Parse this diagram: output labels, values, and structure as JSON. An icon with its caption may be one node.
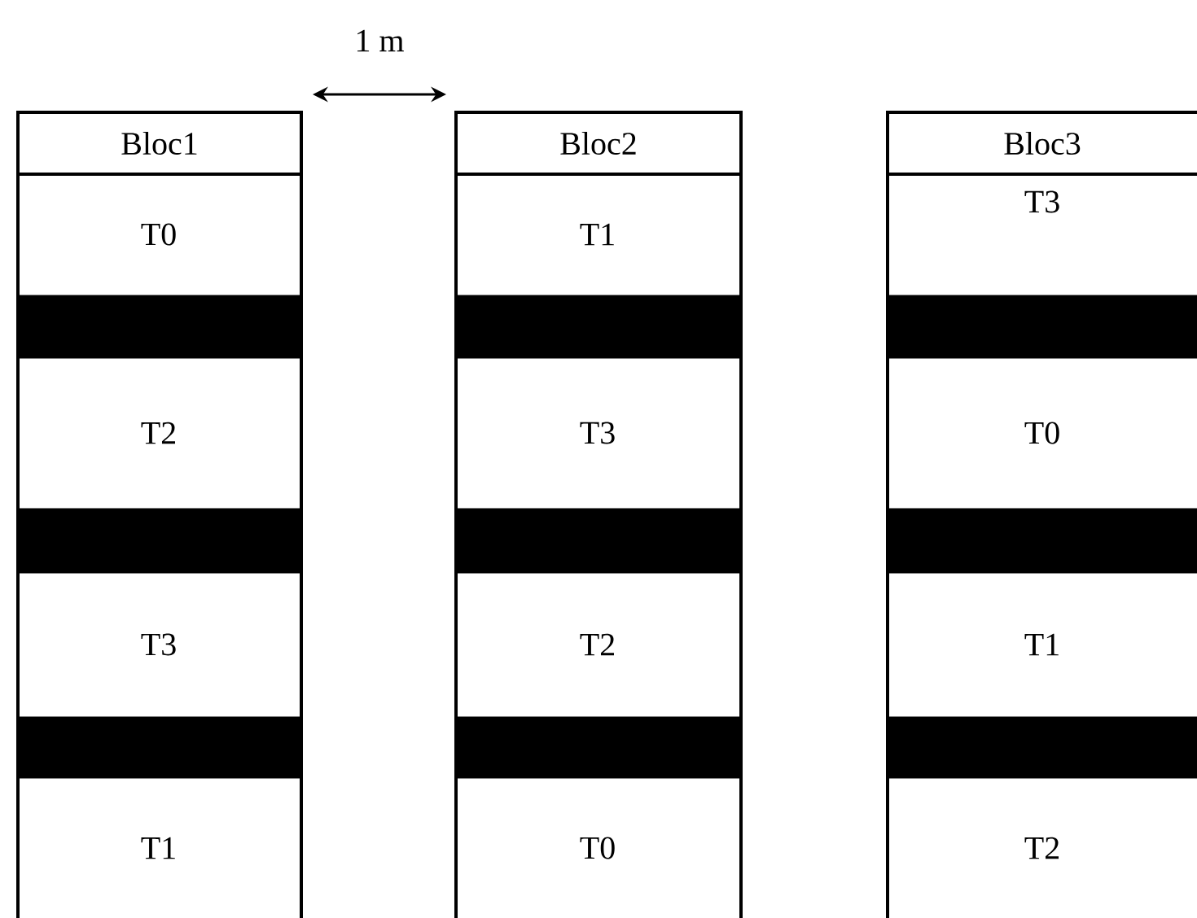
{
  "diagram": {
    "nodes": [
      {
        "text": [
          "Bloc1"
        ]
      },
      {
        "text": [
          "T0"
        ],
        "in": 0
      },
      {
        "text": [],
        "shape": "bar",
        "in": 0
      },
      {
        "text": [
          "T2"
        ],
        "in": 0
      },
      {
        "text": [],
        "shape": "bar",
        "in": 0
      },
      {
        "text": [
          "T3"
        ],
        "in": 0
      },
      {
        "text": [],
        "shape": "bar",
        "in": 0
      },
      {
        "text": [
          "T1"
        ],
        "in": 0
      },
      {
        "text": [
          "Bloc2"
        ]
      },
      {
        "text": [
          "T1"
        ],
        "in": 8
      },
      {
        "text": [],
        "shape": "bar",
        "in": 8
      },
      {
        "text": [
          "T3"
        ],
        "in": 8
      },
      {
        "text": [],
        "shape": "bar",
        "in": 8
      },
      {
        "text": [
          "T2"
        ],
        "in": 8
      },
      {
        "text": [],
        "shape": "bar",
        "in": 8
      },
      {
        "text": [
          "T0"
        ],
        "in": 8
      },
      {
        "text": [
          "Bloc3"
        ]
      },
      {
        "text": [
          "T3"
        ],
        "in": 16
      },
      {
        "text": [],
        "shape": "bar",
        "in": 16
      },
      {
        "text": [
          "T0"
        ],
        "in": 16
      },
      {
        "text": [],
        "shape": "bar",
        "in": 16
      },
      {
        "text": [
          "T1"
        ],
        "in": 16
      },
      {
        "text": [],
        "shape": "bar",
        "in": 16
      },
      {
        "text": [
          "T2"
        ],
        "in": 16
      }
    ],
    "edges": [],
    "labels": [
      "1 m"
    ]
  }
}
